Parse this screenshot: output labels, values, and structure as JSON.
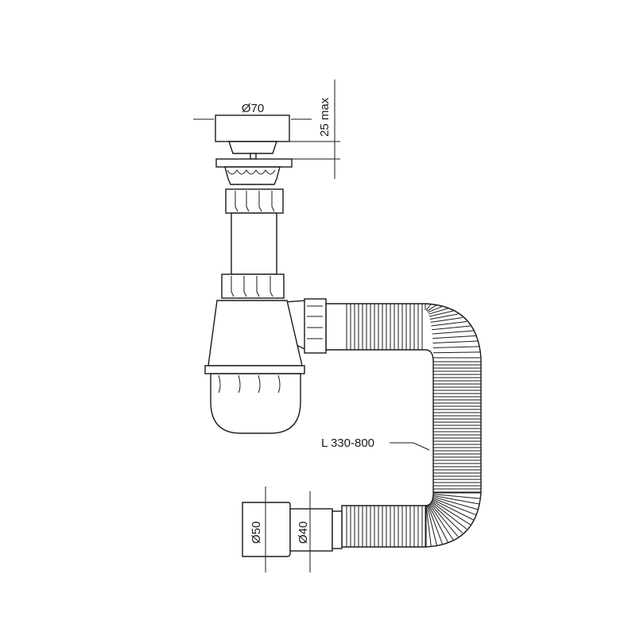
{
  "dimensions": {
    "strainer_diameter": "Ø70",
    "strainer_height": "25 max",
    "hose_length": "L 330-800",
    "outlet_outer_diameter": "Ø50",
    "outlet_inner_diameter": "Ø40"
  },
  "colors": {
    "line": "#1a1a1a",
    "background": "#ffffff"
  }
}
